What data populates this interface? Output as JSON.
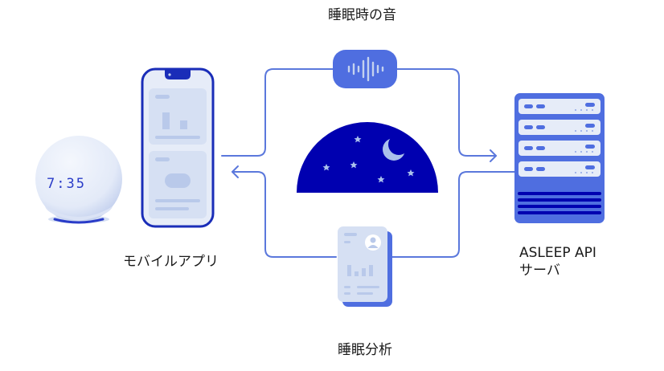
{
  "labels": {
    "sleep_sound": "睡眠時の音",
    "mobile_app": "モバイルアプリ",
    "server_line1": "ASLEEP API",
    "server_line2": "サーバ",
    "sleep_analysis": "睡眠分析"
  },
  "smart_speaker": {
    "clock_display": "7:35"
  },
  "colors": {
    "line_blue": "#5b78dc",
    "accent_blue": "#4f6ee0",
    "navy": "#0000b0",
    "light_panel": "#e6ecf8",
    "mid_panel": "#c4d2ef"
  }
}
